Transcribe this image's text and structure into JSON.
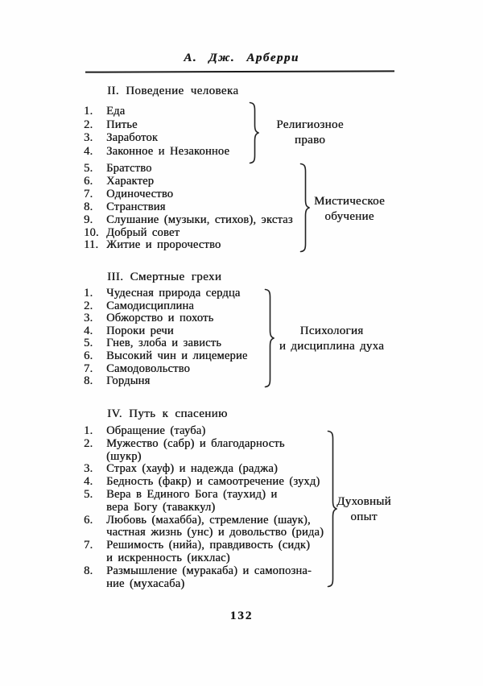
{
  "page": {
    "author": "А. Дж. Арберри",
    "number": "132"
  },
  "colors": {
    "ink": "#1a1a1a",
    "paper": "#fefefe"
  },
  "sections": [
    {
      "heading": "II. Поведение человека",
      "groups": [
        {
          "brace_icon": "right-curly-brace",
          "label_lines": [
            "Религиозное",
            "право"
          ],
          "items": [
            {
              "num": "1.",
              "lines": [
                "Еда"
              ]
            },
            {
              "num": "2.",
              "lines": [
                "Питье"
              ]
            },
            {
              "num": "3.",
              "lines": [
                "Заработок"
              ]
            },
            {
              "num": "4.",
              "lines": [
                "Законное и Незаконное"
              ]
            }
          ]
        },
        {
          "brace_icon": "right-curly-brace",
          "label_lines": [
            "Мистическое",
            "обучение"
          ],
          "items": [
            {
              "num": "5.",
              "lines": [
                "Братство"
              ]
            },
            {
              "num": "6.",
              "lines": [
                "Характер"
              ]
            },
            {
              "num": "7.",
              "lines": [
                "Одиночество"
              ]
            },
            {
              "num": "8.",
              "lines": [
                "Странствия"
              ]
            },
            {
              "num": "9.",
              "lines": [
                "Слушание (музыки, стихов), экстаз"
              ]
            },
            {
              "num": "10.",
              "lines": [
                "Добрый совет"
              ]
            },
            {
              "num": "11.",
              "lines": [
                "Житие и пророчество"
              ]
            }
          ]
        }
      ]
    },
    {
      "heading": "III. Смертные грехи",
      "groups": [
        {
          "brace_icon": "right-curly-brace",
          "label_lines": [
            "Психология",
            "и дисциплина духа"
          ],
          "items": [
            {
              "num": "1.",
              "lines": [
                "Чудесная природа сердца"
              ]
            },
            {
              "num": "2.",
              "lines": [
                "Самодисциплина"
              ]
            },
            {
              "num": "3.",
              "lines": [
                "Обжорство и похоть"
              ]
            },
            {
              "num": "4.",
              "lines": [
                "Пороки речи"
              ]
            },
            {
              "num": "5.",
              "lines": [
                "Гнев, злоба и зависть"
              ]
            },
            {
              "num": "6.",
              "lines": [
                "Высокий чин и лицемерие"
              ]
            },
            {
              "num": "7.",
              "lines": [
                "Самодовольство"
              ]
            },
            {
              "num": "8.",
              "lines": [
                "Гордыня"
              ]
            }
          ]
        }
      ]
    },
    {
      "heading": "IV. Путь к спасению",
      "groups": [
        {
          "brace_icon": "right-curly-brace",
          "label_lines": [
            "Духовный",
            "опыт"
          ],
          "items": [
            {
              "num": "1.",
              "lines": [
                "Обращение (тауба)"
              ]
            },
            {
              "num": "2.",
              "lines": [
                "Мужество (сабр) и благодарность",
                "(шукр)"
              ]
            },
            {
              "num": "3.",
              "lines": [
                "Страх (хауф) и надежда (раджа)"
              ]
            },
            {
              "num": "4.",
              "lines": [
                "Бедность (факр) и самоотречение (зухд)"
              ]
            },
            {
              "num": "5.",
              "lines": [
                "Вера в Единого Бога (таухид) и",
                "вера Богу (таваккул)"
              ]
            },
            {
              "num": "6.",
              "lines": [
                "Любовь (махабба), стремление (шаук),",
                "частная жизнь (унс) и довольство (рида)"
              ]
            },
            {
              "num": "7.",
              "lines": [
                "Решимость (нийа), правдивость (сидк)",
                "и искренность (икхлас)"
              ]
            },
            {
              "num": "8.",
              "lines": [
                "Размышление (муракаба) и самопозна-",
                "ние (мухасаба)"
              ]
            }
          ]
        }
      ]
    }
  ]
}
